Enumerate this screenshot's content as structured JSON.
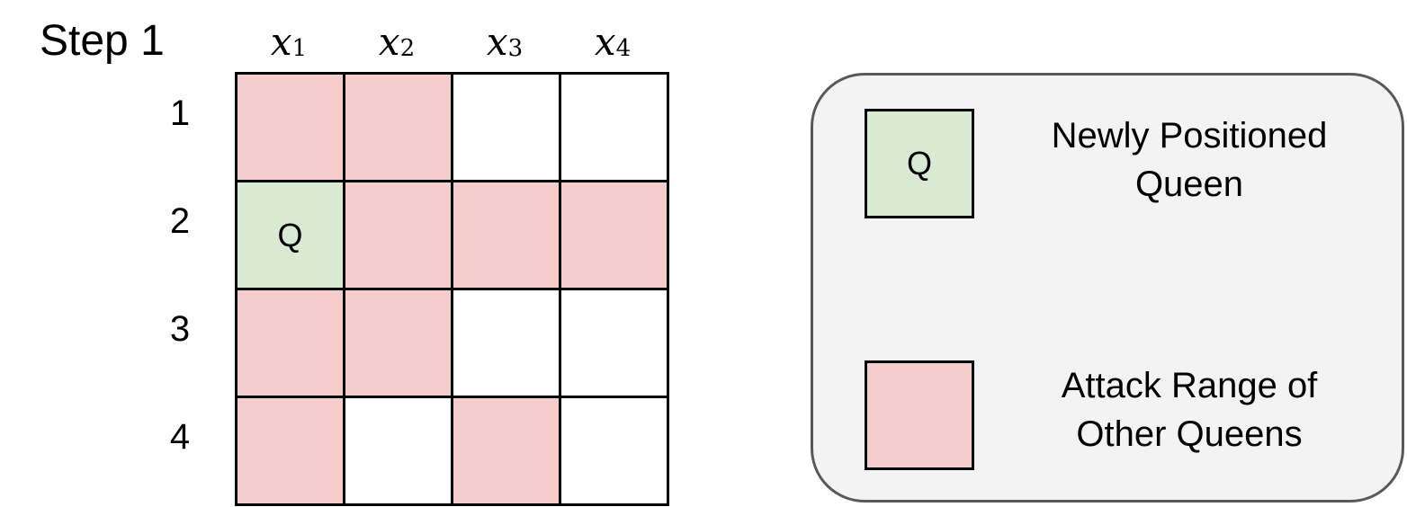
{
  "step_title": "Step 1",
  "columns": [
    {
      "var": "x",
      "sub": "1"
    },
    {
      "var": "x",
      "sub": "2"
    },
    {
      "var": "x",
      "sub": "3"
    },
    {
      "var": "x",
      "sub": "4"
    }
  ],
  "rows": [
    "1",
    "2",
    "3",
    "4"
  ],
  "board": [
    [
      "attack",
      "attack",
      "empty",
      "empty"
    ],
    [
      "queen",
      "attack",
      "attack",
      "attack"
    ],
    [
      "attack",
      "attack",
      "empty",
      "empty"
    ],
    [
      "attack",
      "empty",
      "attack",
      "empty"
    ]
  ],
  "queen_symbol": "Q",
  "colors": {
    "queen": "#d9ead3",
    "attack": "#f4cccc",
    "empty": "#ffffff",
    "legend_bg": "#f3f3f3",
    "legend_border": "#595959"
  },
  "legend": {
    "queen_label_line1": "Newly Positioned",
    "queen_label_line2": "Queen",
    "attack_label_line1": "Attack Range of",
    "attack_label_line2": "Other Queens"
  }
}
